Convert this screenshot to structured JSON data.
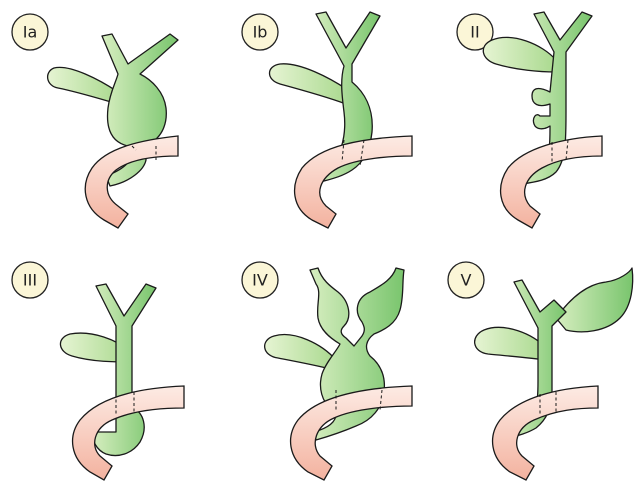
{
  "panels": [
    {
      "label": "Ia"
    },
    {
      "label": "Ib"
    },
    {
      "label": "II"
    },
    {
      "label": "III"
    },
    {
      "label": "IV"
    },
    {
      "label": "V"
    }
  ],
  "colors": {
    "duct_light": "#cfe9b5",
    "duct_dark": "#78c56c",
    "duodenum_light": "#fde8e1",
    "duodenum_dark": "#f3b7a5",
    "badge_fill": "#fbf6d7"
  }
}
